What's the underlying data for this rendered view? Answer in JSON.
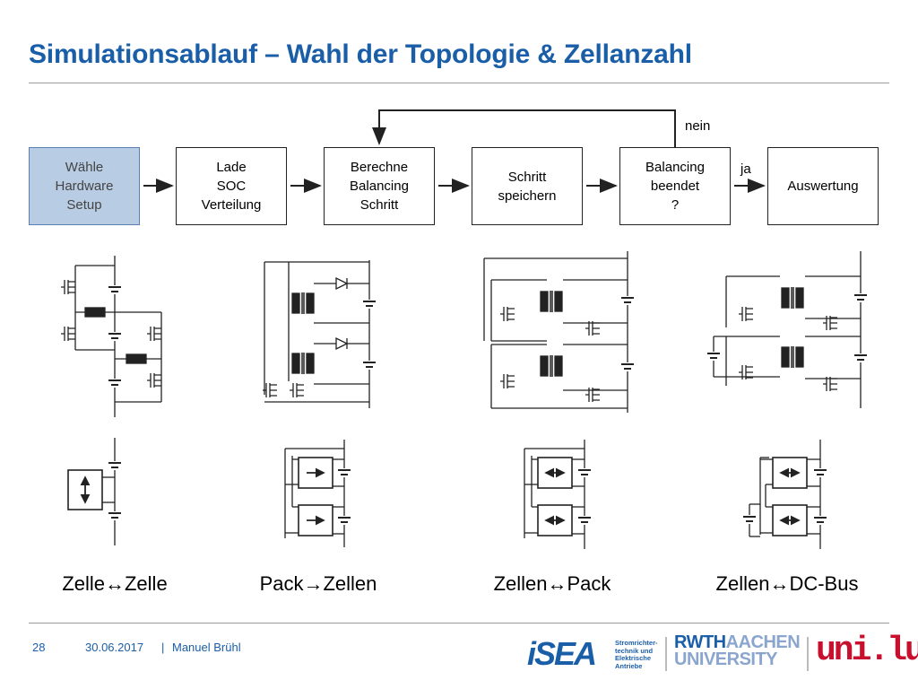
{
  "title": "Simulationsablauf – Wahl der Topologie & Zellanzahl",
  "flow": {
    "steps": [
      {
        "label": "Wähle\nHardware\nSetup",
        "selected": true
      },
      {
        "label": "Lade\nSOC\nVerteilung",
        "selected": false
      },
      {
        "label": "Berechne\nBalancing\nSchritt",
        "selected": false
      },
      {
        "label": "Schritt\nspeichern",
        "selected": false
      },
      {
        "label": "Balancing\nbeendet\n?",
        "selected": false
      },
      {
        "label": "Auswertung",
        "selected": false
      }
    ],
    "no_label": "nein",
    "yes_label": "ja"
  },
  "topologies": [
    {
      "label": "Zelle↔Zelle"
    },
    {
      "label": "Pack→Zellen"
    },
    {
      "label": "Zellen↔Pack"
    },
    {
      "label": "Zellen↔DC-Bus"
    }
  ],
  "footer": {
    "page": "28",
    "date": "30.06.2017",
    "separator": "|",
    "author": "Manuel Brühl"
  },
  "logos": {
    "isea": "iSEA",
    "isea_sub": "Stromrichter-\ntechnik und\nElektrische\nAntriebe",
    "rwth_a": "RWTH",
    "rwth_b": "AACHEN",
    "rwth_c": "UNIVERSITY",
    "unilu": "uni.lu"
  },
  "colors": {
    "title": "#1a5ea8",
    "selected_box": "#b8cce4"
  }
}
